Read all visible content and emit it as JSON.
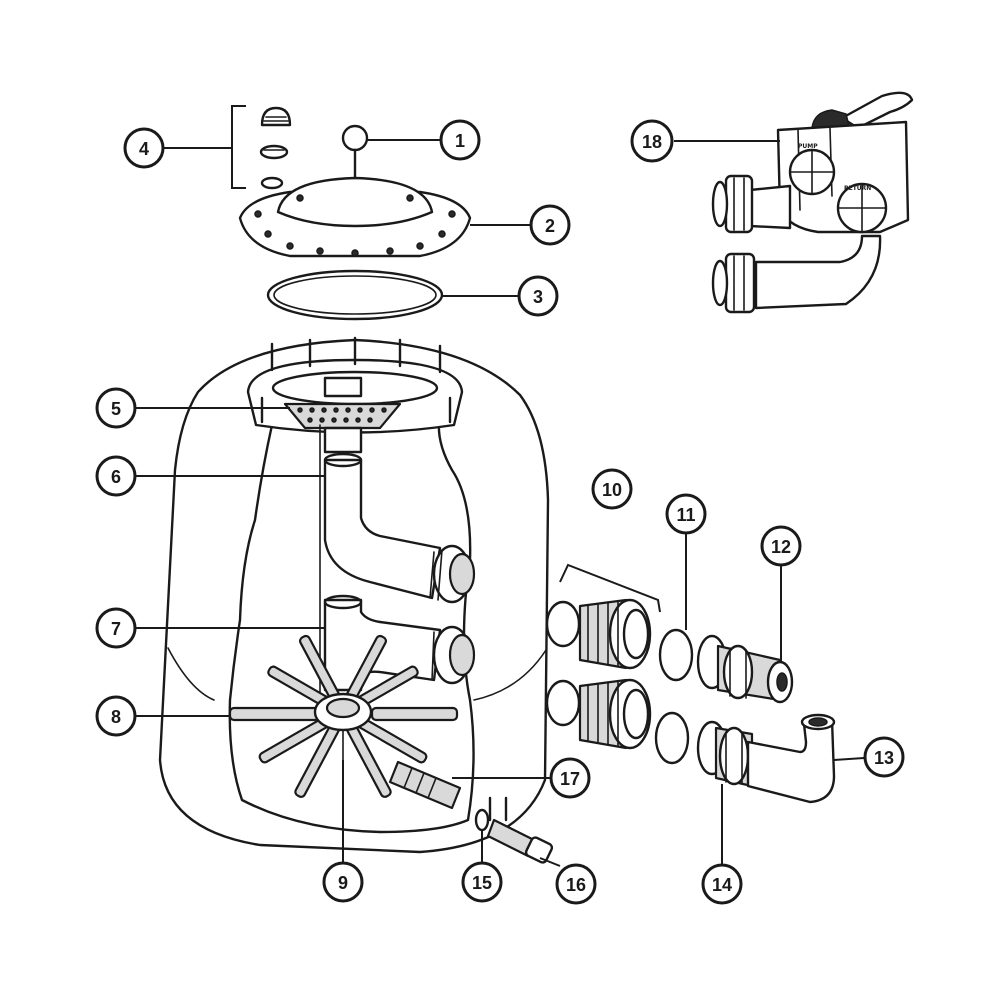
{
  "callouts": [
    {
      "id": "1",
      "label": "1"
    },
    {
      "id": "2",
      "label": "2"
    },
    {
      "id": "3",
      "label": "3"
    },
    {
      "id": "4",
      "label": "4"
    },
    {
      "id": "5",
      "label": "5"
    },
    {
      "id": "6",
      "label": "6"
    },
    {
      "id": "7",
      "label": "7"
    },
    {
      "id": "8",
      "label": "8"
    },
    {
      "id": "9",
      "label": "9"
    },
    {
      "id": "10",
      "label": "10"
    },
    {
      "id": "11",
      "label": "11"
    },
    {
      "id": "12",
      "label": "12"
    },
    {
      "id": "13",
      "label": "13"
    },
    {
      "id": "14",
      "label": "14"
    },
    {
      "id": "15",
      "label": "15"
    },
    {
      "id": "16",
      "label": "16"
    },
    {
      "id": "17",
      "label": "17"
    },
    {
      "id": "18",
      "label": "18"
    }
  ],
  "valve": {
    "pump_label": "PUMP",
    "return_label": "RETURN"
  },
  "colors": {
    "ink": "#1a1a1a",
    "background": "#ffffff",
    "shade": "#d9d9d9"
  }
}
